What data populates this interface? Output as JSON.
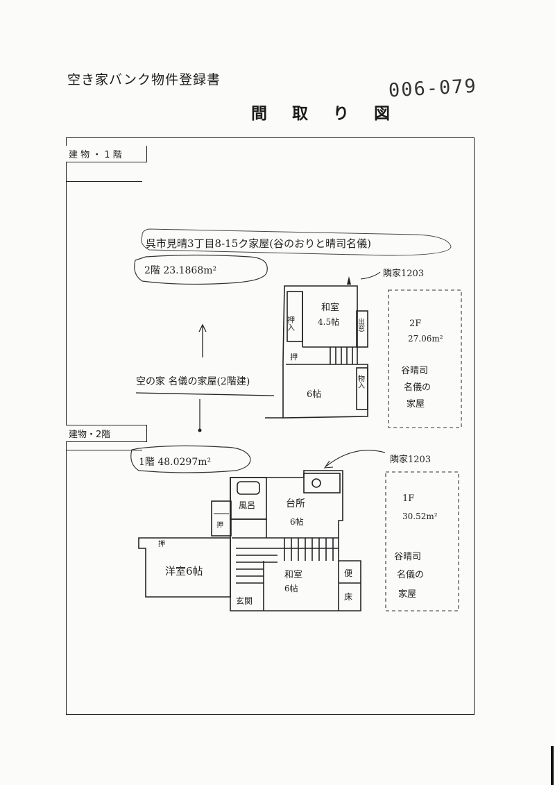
{
  "header": {
    "title": "空き家バンク物件登録書",
    "number": "006-079",
    "subtitle": "間 取 り 図"
  },
  "tabs": {
    "floor1": "建 物 ・ 1 階",
    "floor2": "建物・2階"
  },
  "sketch": {
    "address_note": "呉市見晴3丁目8-15ク家屋(谷のおりと晴司名儀)",
    "floor2_area": "2階 23.1868m²",
    "building_note": "空の家 名儀の家屋(2階建)",
    "floor1_area": "1階 48.0297m²",
    "upper_side_label": "隣家1203",
    "lower_side_label": "隣家1203",
    "upper_box": {
      "floor": "2F",
      "area": "27.06m²",
      "owner_line1": "谷晴司",
      "owner_line2": "名儀の",
      "owner_line3": "家屋"
    },
    "lower_box": {
      "floor": "1F",
      "area": "30.52m²",
      "owner_line1": "谷晴司",
      "owner_line2": "名儀の",
      "owner_line3": "家屋"
    },
    "rooms_upper": {
      "washitsu": "和室",
      "washitsu_size": "4.5帖",
      "oshiire": "押入",
      "storage_small": "押",
      "right_col1": "出窓",
      "right_col2": "物入",
      "main": "6帖"
    },
    "rooms_lower": {
      "bath": "風呂",
      "kitchen": "台所",
      "kitchen_size": "6帖",
      "western": "洋室6帖",
      "washitsu": "和室",
      "washitsu_size": "6帖",
      "genkan": "玄関",
      "toko": "床",
      "stairs_top": "押",
      "small1": "押",
      "wc": "便"
    }
  }
}
